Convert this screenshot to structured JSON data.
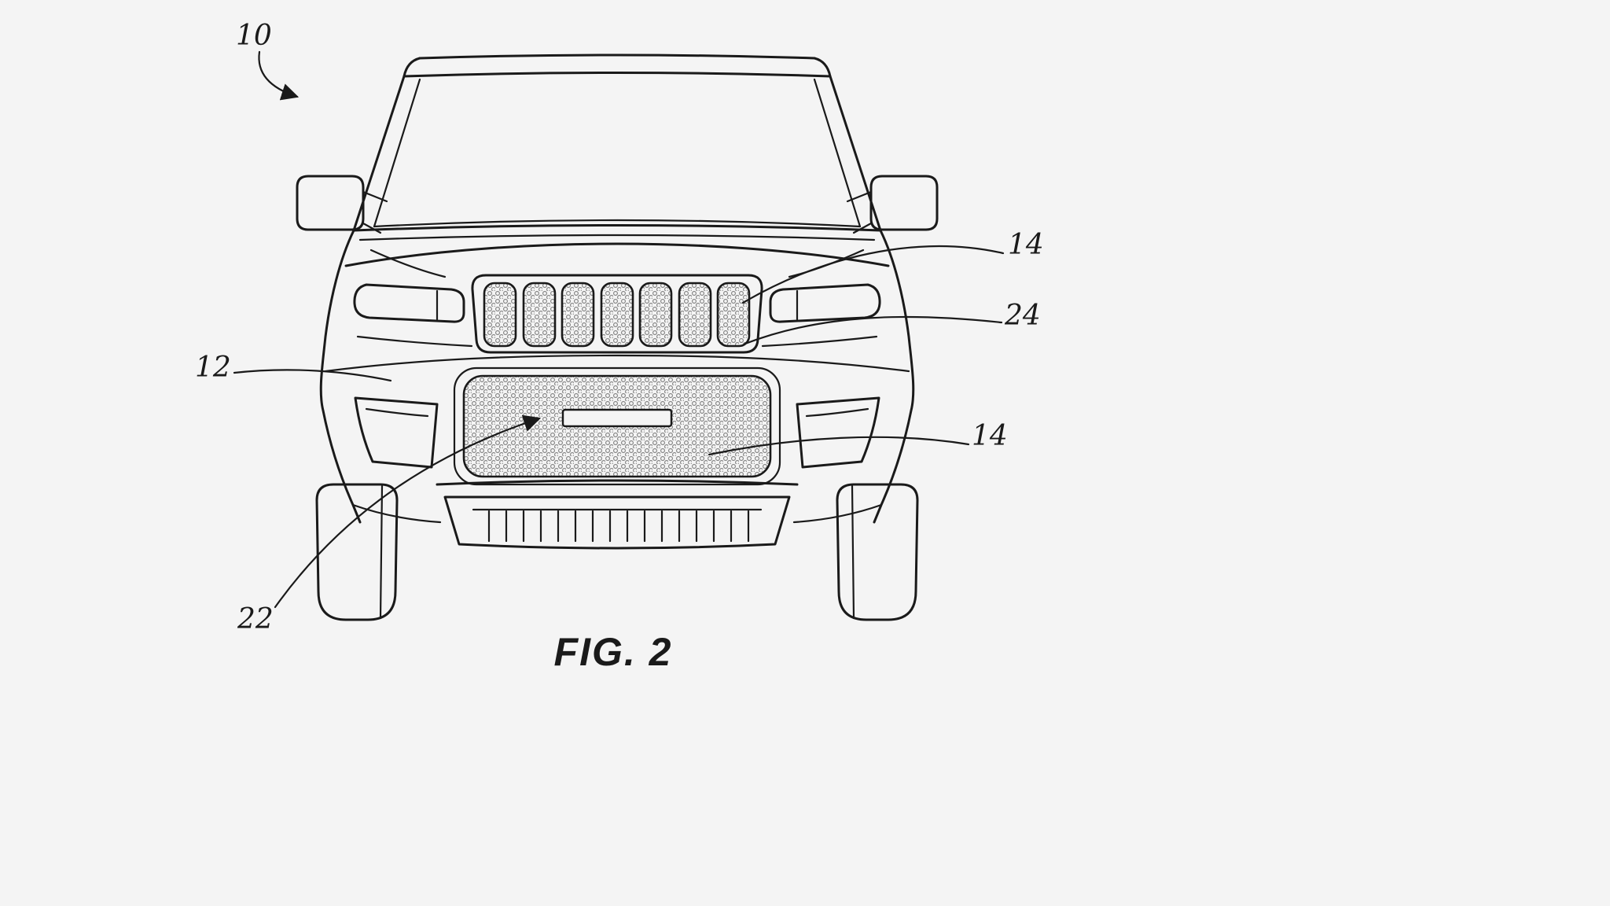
{
  "figure": {
    "caption": "FIG. 2",
    "description": "patent-style front view line drawing of a sport utility vehicle",
    "labels": {
      "ref10": "10",
      "ref12": "12",
      "ref14a": "14",
      "ref24": "24",
      "ref14b": "14",
      "ref22": "22"
    },
    "colors": {
      "ink": "#1a1a1a",
      "background": "#f4f4f4"
    }
  }
}
